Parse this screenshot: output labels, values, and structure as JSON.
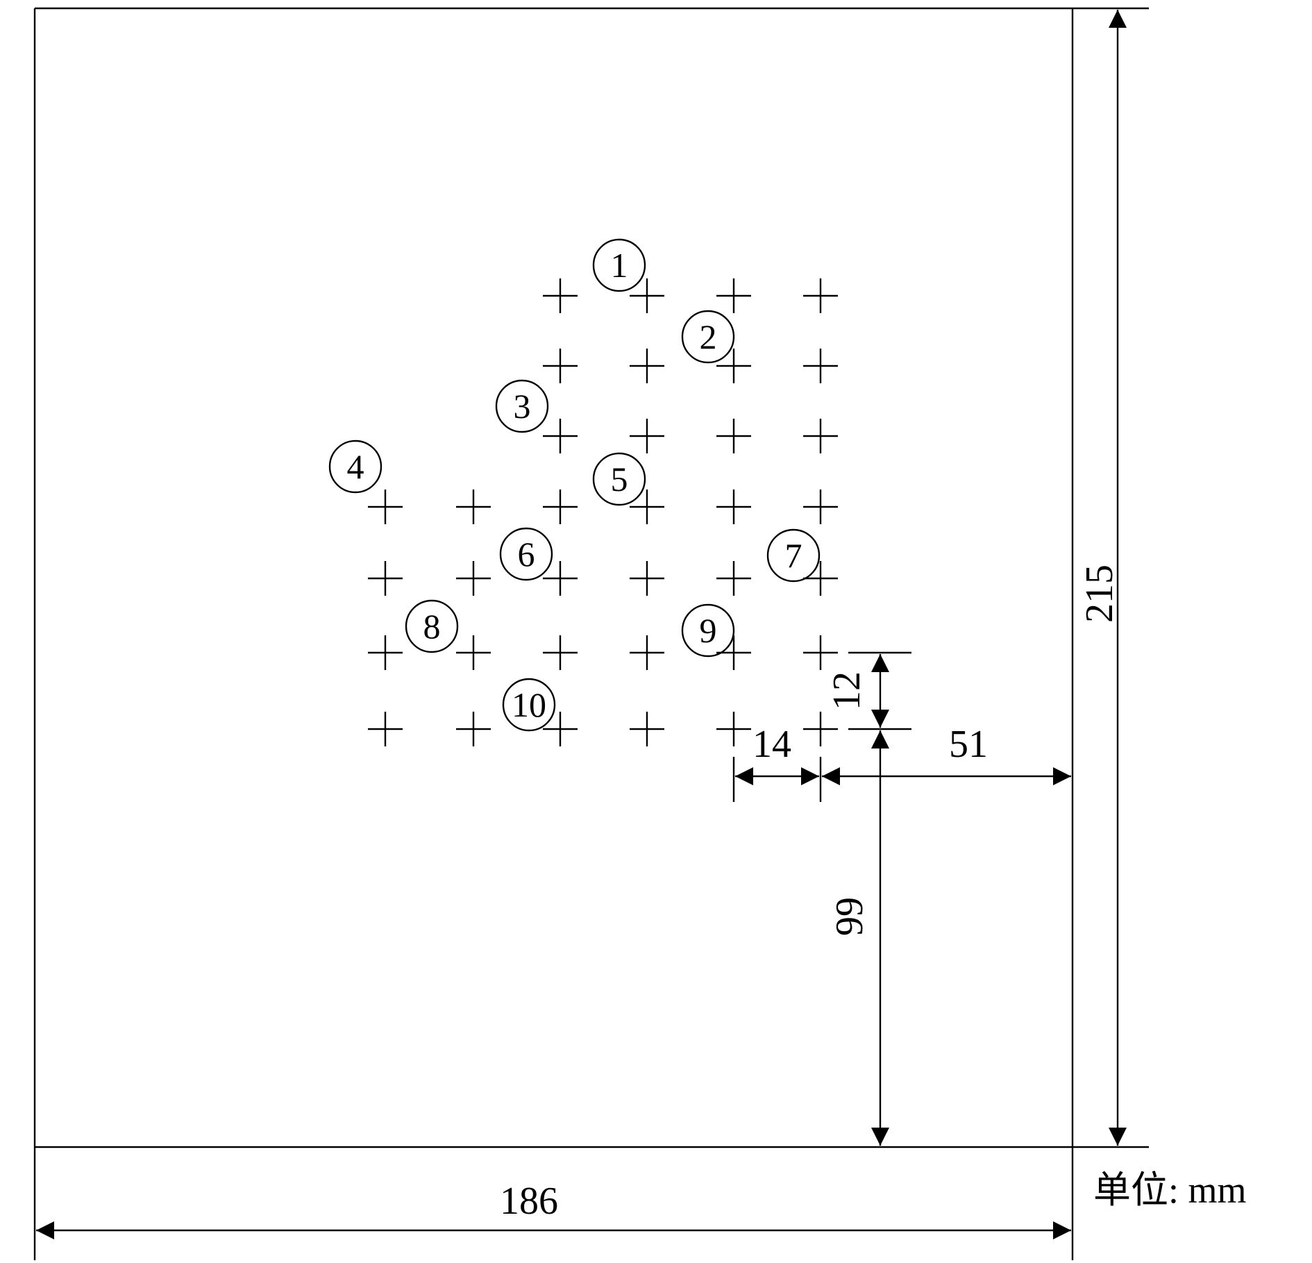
{
  "dimensions": {
    "width": "186",
    "height": "215",
    "col_spacing": "14",
    "row_spacing": "12",
    "right_offset": "51",
    "bottom_offset": "99"
  },
  "unit_label": "单位: mm",
  "point_labels": [
    "1",
    "2",
    "3",
    "4",
    "5",
    "6",
    "7",
    "8",
    "9",
    "10"
  ],
  "grid": {
    "rows": [
      {
        "cols": [
          "c3",
          "c4",
          "c5",
          "c6"
        ]
      },
      {
        "cols": [
          "c3",
          "c4",
          "c5",
          "c6"
        ]
      },
      {
        "cols": [
          "c3",
          "c4",
          "c5",
          "c6"
        ]
      },
      {
        "cols": [
          "c1",
          "c2",
          "c3",
          "c4",
          "c5",
          "c6"
        ]
      },
      {
        "cols": [
          "c1",
          "c2",
          "c3",
          "c4",
          "c5",
          "c6"
        ]
      },
      {
        "cols": [
          "c1",
          "c2",
          "c3",
          "c4",
          "c5",
          "c6"
        ]
      },
      {
        "cols": [
          "c1",
          "c2",
          "c3",
          "c4",
          "c5",
          "c6"
        ]
      }
    ]
  }
}
